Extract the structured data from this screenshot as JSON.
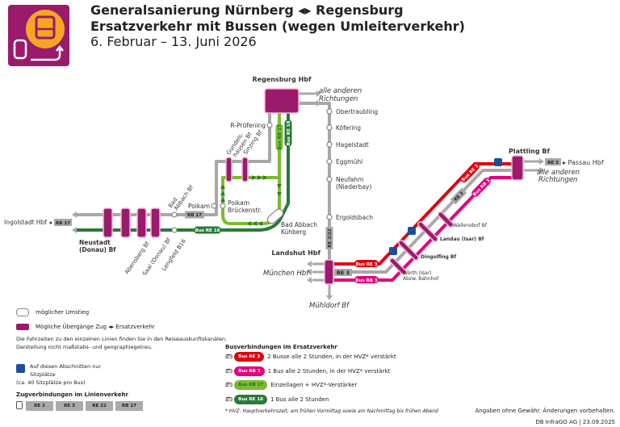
{
  "header": {
    "title_line1": "Generalsanierung Nürnberg ◂▸ Regensburg",
    "title_line2": "Ersatzverkehr mit Bussen (wegen Umleiterverkehr)",
    "date_range": "6. Februar – 13. Juni 2026"
  },
  "colors": {
    "brand": "#9b1a6b",
    "logo_circle": "#f5a623",
    "bus_re3": "#e3000f",
    "bus_rb3": "#e5007d",
    "bus_rb17": "#7dba2f",
    "bus_re18": "#2a7a3a",
    "rail": "#a8a8a8",
    "motorway": "#1d4e9e"
  },
  "map": {
    "regensburg": "Regensburg Hbf",
    "alle_anderen_1": "alle anderen",
    "richtungen_1": "Richtungen",
    "north_stations": [
      "Obertraubling",
      "Köfering",
      "Hagelstadt",
      "Eggmühl",
      "Neufahrn",
      "(Niederbay)",
      "Ergoldsbach"
    ],
    "re_2_22": "RE 2/22",
    "landshut": "Landshut Hbf",
    "muenchen": "München Hbf",
    "muehldorf": "Mühldorf Bf",
    "re3": "RE 3",
    "bus_re3": "Bus RE 3",
    "bus_rb3": "Bus RB 3",
    "bus_rb17": "Bus RB 17",
    "bus_re18": "Bus RE 18",
    "rb17": "RB 17",
    "woerth_1": "Wörth (Isar)",
    "woerth_2": "Abzw. Bahnhof",
    "dingolfing": "Dingolfing Bf",
    "landau": "Landau (Isar) Bf",
    "wallersdorf": "Wallersdorf Bf",
    "plattling": "Plattling Bf",
    "passau": "▸ Passau Hbf",
    "alle_anderen_2": "alle anderen",
    "richtungen_2": "Richtungen",
    "pruefening": "R-Prüfening",
    "gundelshausen_1": "Gundels-",
    "gundelshausen_2": "hausen Bf",
    "sinzing": "Sinzing Bf",
    "poikam": "Poikam",
    "poikam_b1": "Poikam",
    "poikam_b2": "Brückenstr.",
    "bad_abbach_bf_1": "Bad",
    "bad_abbach_bf_2": "Abbach Bf",
    "kuehberg_1": "Bad Abbach",
    "kuehberg_2": "Kühberg",
    "ingolstadt": "Ingolstadt Hbf ◂",
    "neustadt_1": "Neustadt",
    "neustadt_2": "(Donau) Bf",
    "abensberg": "Abensberg Bf",
    "saal": "Saal (Donau) Bf",
    "lengfeld": "Lengfeld B16"
  },
  "legend": {
    "umstieg": "möglicher Umstieg",
    "uebergaenge": "Mögliche Übergänge Zug ◂▸ Ersatzverkehr",
    "note_1": "Die Fahrzeiten zu den einzelnen Linien finden Sie in den Reiseauskunftskanälen.",
    "note_2": "Darstellung nicht maßstabs- und geographiegetreu.",
    "sitz_1": "Auf diesen Abschnitten nur Sitzplätze",
    "sitz_2": "(ca. 40 Sitzplätze pro Bus)",
    "zug_title": "Zugverbindungen im Linienverkehr",
    "zug_lines": [
      "RE 2",
      "RE 3",
      "RE 22",
      "RB 17"
    ],
    "bus_title": "Busverbindungen im Ersatzverkehr",
    "bus_lines": [
      {
        "tag": "Bus RE 3",
        "text": "2 Busse alle 2 Stunden, in der HVZ* verstärkt"
      },
      {
        "tag": "Bus RB 3",
        "text": "1 Bus alle 2 Stunden, in der HVZ* verstärkt"
      },
      {
        "tag": "Bus RB 17",
        "text": "Einzellagen + HVZ*-Verstärker"
      },
      {
        "tag": "Bus RE 18",
        "text": "1 Bus alle 2 Stunden"
      }
    ],
    "footnote": "* HVZ: Hauptverkehrszeit, am frühen Vormittag sowie am Nachmittag bis frühen Abend",
    "disclaimer": "Angaben ohne Gewähr. Änderungen vorbehalten.",
    "credit": "DB InfraGO AG | 23.09.2025"
  }
}
